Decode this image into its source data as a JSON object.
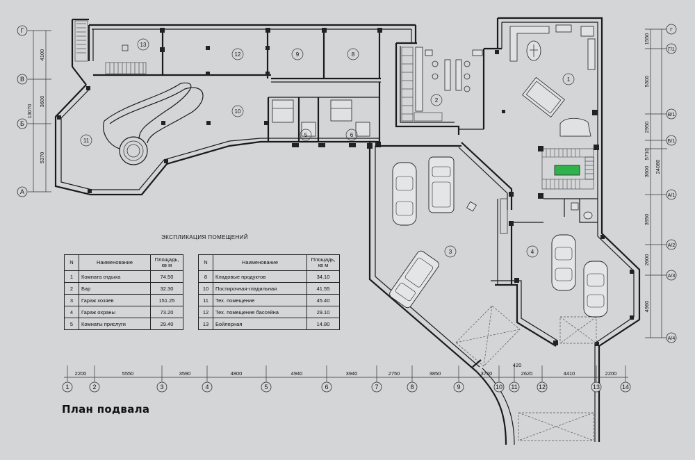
{
  "title": "План подвала",
  "legend_title": "ЭКСПЛИКАЦИЯ ПОМЕЩЕНИЙ",
  "table": {
    "col_n": "N",
    "col_name": "Наименование",
    "col_area_1": "Площадь,",
    "col_area_2": "кв м",
    "left_rows": [
      {
        "n": "1",
        "name": "Комната отдыха",
        "area": "74.50"
      },
      {
        "n": "2",
        "name": "Бар",
        "area": "32.30"
      },
      {
        "n": "3",
        "name": "Гараж хозяев",
        "area": "151.25"
      },
      {
        "n": "4",
        "name": "Гараж охраны",
        "area": "73.20"
      },
      {
        "n": "5",
        "name": "Комнаты прислуги",
        "area": "29.40"
      }
    ],
    "right_rows": [
      {
        "n": "8",
        "name": "Кладовые продуктов",
        "area": "34.10"
      },
      {
        "n": "10",
        "name": "Постирочная-гладильная",
        "area": "41.55"
      },
      {
        "n": "11",
        "name": "Тех. помещение",
        "area": "45.40"
      },
      {
        "n": "12",
        "name": "Тех. помещение бассейна",
        "area": "29.10"
      },
      {
        "n": "13",
        "name": "Бойлерная",
        "area": "14.80"
      }
    ]
  },
  "axes_bottom": [
    "1",
    "2",
    "3",
    "4",
    "5",
    "6",
    "7",
    "8",
    "9",
    "10",
    "11",
    "12",
    "13",
    "14"
  ],
  "dims_bottom": [
    "2200",
    "5550",
    "3590",
    "4800",
    "4940",
    "3940",
    "2750",
    "3850",
    "3700",
    "420",
    "2620",
    "4410",
    "2200"
  ],
  "axes_left": [
    "Г",
    "В",
    "Б",
    "А"
  ],
  "dims_left": [
    "4100",
    "3600",
    "5370"
  ],
  "dim_left_total": "13070",
  "axes_right": [
    "Г",
    "Г/1",
    "В/1",
    "Б/1",
    "А/1",
    "А/2",
    "А/3",
    "А/4"
  ],
  "dims_right": [
    "1550",
    "5300",
    "2950",
    "5710",
    "3600",
    "3950",
    "2600",
    "4960"
  ],
  "dim_right_total": "24080",
  "room_numbers": [
    "1",
    "2",
    "3",
    "4",
    "5",
    "6",
    "8",
    "9",
    "10",
    "11",
    "12",
    "13"
  ]
}
